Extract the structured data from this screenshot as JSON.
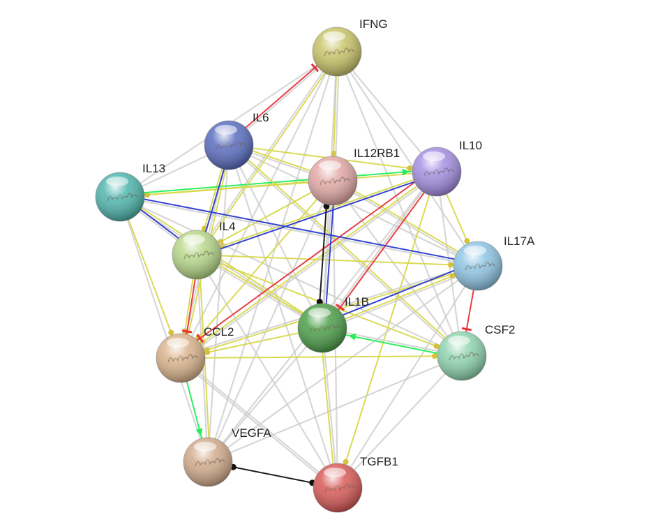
{
  "network": {
    "nodes": [
      {
        "id": "IFNG",
        "label": "IFNG",
        "color": "#c9c56a"
      },
      {
        "id": "IL6",
        "label": "IL6",
        "color": "#5a6dc0"
      },
      {
        "id": "IL12RB1",
        "label": "IL12RB1",
        "color": "#e3a9a6"
      },
      {
        "id": "IL10",
        "label": "IL10",
        "color": "#a58fe3"
      },
      {
        "id": "IL13",
        "label": "IL13",
        "color": "#4fb6ad"
      },
      {
        "id": "IL4",
        "label": "IL4",
        "color": "#b7d889"
      },
      {
        "id": "IL17A",
        "label": "IL17A",
        "color": "#8fc6e4"
      },
      {
        "id": "IL1B",
        "label": "IL1B",
        "color": "#4d9f4a"
      },
      {
        "id": "CCL2",
        "label": "CCL2",
        "color": "#dcb48d"
      },
      {
        "id": "CSF2",
        "label": "CSF2",
        "color": "#90d5b0"
      },
      {
        "id": "VEGFA",
        "label": "VEGFA",
        "color": "#d2ab8c"
      },
      {
        "id": "TGFB1",
        "label": "TGFB1",
        "color": "#d85a57"
      }
    ],
    "edge_colors": {
      "association": "#c9c9c9",
      "expression": "#d8d84c",
      "activation": "#22ee55",
      "inhibition": "#e8323a",
      "binding": "#2a3ad0",
      "reaction": "#111111"
    },
    "edges": [
      [
        "IFNG",
        "IL6",
        "association"
      ],
      [
        "IFNG",
        "IL12RB1",
        "expression"
      ],
      [
        "IFNG",
        "IL10",
        "association"
      ],
      [
        "IFNG",
        "IL4",
        "association"
      ],
      [
        "IFNG",
        "IL1B",
        "association"
      ],
      [
        "IFNG",
        "IL17A",
        "association"
      ],
      [
        "IFNG",
        "CSF2",
        "association"
      ],
      [
        "IFNG",
        "CCL2",
        "association"
      ],
      [
        "IFNG",
        "IL13",
        "association"
      ],
      [
        "IFNG",
        "VEGFA",
        "association"
      ],
      [
        "IL6",
        "IL10",
        "expression"
      ],
      [
        "IL6",
        "IL12RB1",
        "association"
      ],
      [
        "IL6",
        "IL17A",
        "association"
      ],
      [
        "IL6",
        "CSF2",
        "association"
      ],
      [
        "IL6",
        "IL1B",
        "association"
      ],
      [
        "IL6",
        "CCL2",
        "association"
      ],
      [
        "IL6",
        "VEGFA",
        "association"
      ],
      [
        "IL6",
        "TGFB1",
        "association"
      ],
      [
        "IL6",
        "IL13",
        "association"
      ],
      [
        "IL12RB1",
        "IL13",
        "expression"
      ],
      [
        "IL12RB1",
        "IL4",
        "expression"
      ],
      [
        "IL12RB1",
        "IL17A",
        "association"
      ],
      [
        "IL12RB1",
        "CSF2",
        "association"
      ],
      [
        "IL12RB1",
        "TGFB1",
        "association"
      ],
      [
        "IL10",
        "IL13",
        "expression"
      ],
      [
        "IL10",
        "IL4",
        "expression"
      ],
      [
        "IL10",
        "IL1B",
        "association"
      ],
      [
        "IL10",
        "CCL2",
        "expression"
      ],
      [
        "IL10",
        "VEGFA",
        "association"
      ],
      [
        "IL10",
        "TGFB1",
        "expression"
      ],
      [
        "IL10",
        "CSF2",
        "association"
      ],
      [
        "IL13",
        "IL4",
        "association"
      ],
      [
        "IL13",
        "IL1B",
        "association"
      ],
      [
        "IL13",
        "CCL2",
        "expression"
      ],
      [
        "IL13",
        "VEGFA",
        "association"
      ],
      [
        "IL13",
        "CSF2",
        "association"
      ],
      [
        "IL4",
        "IL1B",
        "association"
      ],
      [
        "IL4",
        "CCL2",
        "expression"
      ],
      [
        "IL4",
        "CSF2",
        "expression"
      ],
      [
        "IL4",
        "IL17A",
        "expression"
      ],
      [
        "IL4",
        "VEGFA",
        "association"
      ],
      [
        "IL4",
        "TGFB1",
        "association"
      ],
      [
        "IL17A",
        "CCL2",
        "expression"
      ],
      [
        "IL17A",
        "VEGFA",
        "association"
      ],
      [
        "IL17A",
        "CSF2",
        "inhibition"
      ],
      [
        "IL17A",
        "TGFB1",
        "association"
      ],
      [
        "IL1B",
        "CCL2",
        "expression"
      ],
      [
        "IL1B",
        "VEGFA",
        "association"
      ],
      [
        "IL1B",
        "TGFB1",
        "association"
      ],
      [
        "IL1B",
        "CSF2",
        "association"
      ],
      [
        "CCL2",
        "CSF2",
        "expression"
      ],
      [
        "CCL2",
        "VEGFA",
        "activation"
      ],
      [
        "CCL2",
        "TGFB1",
        "association"
      ],
      [
        "CSF2",
        "VEGFA",
        "association"
      ],
      [
        "CSF2",
        "TGFB1",
        "association"
      ],
      [
        "IL6",
        "IL4",
        "expression"
      ],
      [
        "IL6",
        "IL12RB1",
        "expression"
      ],
      [
        "IFNG",
        "IL12RB1",
        "association"
      ],
      [
        "IL13",
        "IL10",
        "activation"
      ],
      [
        "IL12RB1",
        "CCL2",
        "expression"
      ],
      [
        "IL6",
        "CCL2",
        "expression"
      ],
      [
        "IL4",
        "IL1B",
        "expression"
      ],
      [
        "IL12RB1",
        "IL1B",
        "association"
      ],
      [
        "IL13",
        "IL17A",
        "association"
      ],
      [
        "TGFB1",
        "CCL2",
        "association"
      ],
      [
        "IL1B",
        "IL17A",
        "expression"
      ],
      [
        "IL13",
        "IL1B",
        "expression"
      ],
      [
        "IL10",
        "IL17A",
        "expression"
      ],
      [
        "CSF2",
        "IL1B",
        "activation"
      ],
      [
        "IL6",
        "CSF2",
        "expression"
      ],
      [
        "IL12RB1",
        "IL17A",
        "expression"
      ],
      [
        "IL4",
        "VEGFA",
        "expression"
      ],
      [
        "TGFB1",
        "IL1B",
        "expression"
      ],
      [
        "IFNG",
        "IL4",
        "expression"
      ],
      [
        "IL10",
        "CCL2",
        "association"
      ],
      [
        "IL12RB1",
        "VEGFA",
        "association"
      ],
      [
        "IL17A",
        "IL1B",
        "association"
      ],
      [
        "CCL2",
        "IL17A",
        "association"
      ],
      [
        "IL6",
        "IFNG",
        "inhibition"
      ],
      [
        "IL10",
        "IL1B",
        "inhibition"
      ],
      [
        "IL10",
        "CCL2",
        "inhibition"
      ],
      [
        "IL4",
        "CCL2",
        "inhibition"
      ],
      [
        "IL12RB1",
        "IL1B",
        "binding"
      ],
      [
        "IL13",
        "IL17A",
        "binding"
      ],
      [
        "IL6",
        "IL4",
        "binding"
      ],
      [
        "IL13",
        "IL4",
        "binding"
      ],
      [
        "IL10",
        "IL4",
        "binding"
      ],
      [
        "IL17A",
        "IL1B",
        "binding"
      ],
      [
        "TGFB1",
        "VEGFA",
        "reaction"
      ],
      [
        "IL12RB1",
        "IL1B",
        "reaction"
      ]
    ]
  }
}
